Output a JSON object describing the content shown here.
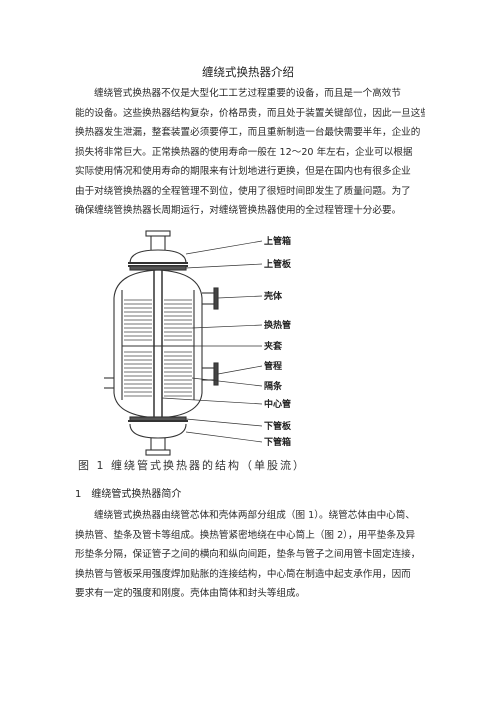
{
  "doc": {
    "title": "缠绕式换热器介绍",
    "intro_lines": [
      "缠绕管式换热器不仅是大型化工工艺过程重要的设备，而且是一个高效节",
      "能的设备。这些换热器结构复杂，价格昂贵，而且处于装置关键部位，因此一旦这些",
      "换热器发生泄漏，整套装置必须要停工，而且重新制造一台最快需要半年，企业的",
      "损失将非常巨大。正常换热器的使用寿命一般在 12～20 年左右，企业可以根据",
      "实际使用情况和使用寿命的期限来有计划地进行更换，但是在国内也有很多企业",
      "由于对绕管换热器的全程管理不到位，使用了很短时间即发生了质量问题。为了",
      "确保缠绕管换热器长周期运行，对缠绕管换热器使用的全过程管理十分必要。"
    ],
    "figure_labels": [
      "上管箱",
      "上管板",
      "壳体",
      "换热管",
      "夹套",
      "管程",
      "隔条",
      "中心管",
      "下管板",
      "下管箱"
    ],
    "caption": "图 1    缠绕管式换热器的结构（单股流）",
    "section": {
      "number": "1",
      "heading": "缠绕管式换热器简介",
      "lines": [
        "缠绕管式换热器由绕管芯体和壳体两部分组成（图 1）。绕管芯体由中心筒、",
        "换热管、垫条及管卡等组成。换热管紧密地绕在中心筒上（图 2），用平垫条及异",
        "形垫条分隔，保证管子之间的横向和纵向间距，垫条与管子之间用管卡固定连接，",
        "换热管与管板采用强度焊加贴胀的连接结构，中心筒在制造中起支承作用，因而",
        "要求有一定的强度和刚度。壳体由筒体和封头等组成。"
      ]
    }
  }
}
